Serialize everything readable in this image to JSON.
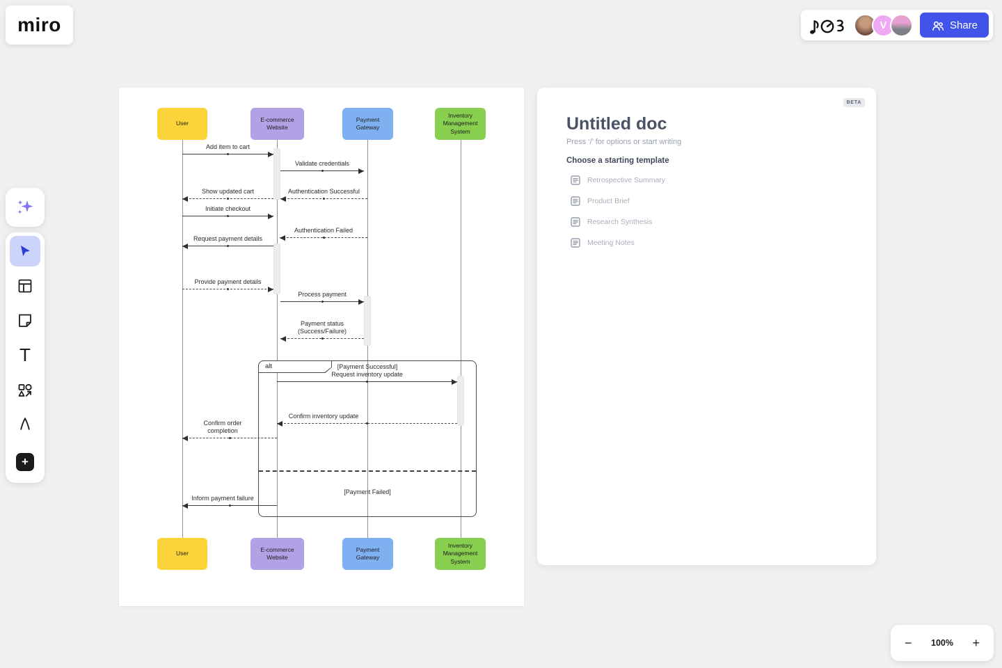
{
  "app": {
    "logo": "miro",
    "beta_label": "BETA",
    "share": {
      "label": "Share"
    },
    "zoom": {
      "out": "−",
      "level": "100%",
      "in": "+"
    },
    "colors": {
      "accent_blue": "#4153E8",
      "canvas_bg": "#EFF0F2",
      "active_tool_bg": "#CDD4FA"
    }
  },
  "collaborators": [
    {
      "name": "collaborator-1",
      "type": "photo"
    },
    {
      "name": "collaborator-2",
      "type": "initial",
      "initial": "V",
      "color": "#EFA9F2"
    },
    {
      "name": "collaborator-3",
      "type": "photo"
    }
  ],
  "sidebar": {
    "tools": [
      {
        "name": "ai-assistant"
      },
      {
        "name": "select",
        "active": true
      },
      {
        "name": "templates"
      },
      {
        "name": "sticky-note"
      },
      {
        "name": "text",
        "glyph": "T"
      },
      {
        "name": "shapes"
      },
      {
        "name": "pen"
      },
      {
        "name": "add-tools",
        "glyph": "+"
      }
    ]
  },
  "doc_panel": {
    "title": "Untitled doc",
    "placeholder": "Press ‘/’ for options or start writing",
    "templates_heading": "Choose a starting template",
    "templates": [
      {
        "label": "Retrospective Summary"
      },
      {
        "label": "Product Brief"
      },
      {
        "label": "Research Synthesis"
      },
      {
        "label": "Meeting Notes"
      }
    ]
  },
  "diagram": {
    "actors": [
      {
        "name": "User",
        "color": "#FBD43B"
      },
      {
        "name": "E-commerce\nWebsite",
        "color": "#B2A1E5"
      },
      {
        "name": "Payment\nGateway",
        "color": "#7FB1F2"
      },
      {
        "name": "Inventory\nManagement\nSystem",
        "color": "#88CF50"
      }
    ],
    "messages": [
      {
        "label": "Add item to cart",
        "from": "User",
        "to": "E-commerce Website",
        "style": "solid"
      },
      {
        "label": "Validate credentials",
        "from": "E-commerce Website",
        "to": "Payment Gateway",
        "style": "solid"
      },
      {
        "label": "Show updated cart",
        "from": "E-commerce Website",
        "to": "User",
        "style": "dashed"
      },
      {
        "label": "Authentication Successful",
        "from": "Payment Gateway",
        "to": "E-commerce Website",
        "style": "dashed"
      },
      {
        "label": "Initiate checkout",
        "from": "User",
        "to": "E-commerce Website",
        "style": "solid"
      },
      {
        "label": "Authentication Failed",
        "from": "Payment Gateway",
        "to": "E-commerce Website",
        "style": "dashed"
      },
      {
        "label": "Request payment details",
        "from": "E-commerce Website",
        "to": "User",
        "style": "solid"
      },
      {
        "label": "Provide payment details",
        "from": "User",
        "to": "E-commerce Website",
        "style": "dashed"
      },
      {
        "label": "Process payment",
        "from": "E-commerce Website",
        "to": "Payment Gateway",
        "style": "solid"
      },
      {
        "label": "Payment status\n(Success/Failure)",
        "from": "Payment Gateway",
        "to": "E-commerce Website",
        "style": "dashed"
      },
      {
        "label": "Request inventory update",
        "from": "E-commerce Website",
        "to": "Inventory Management System",
        "style": "solid"
      },
      {
        "label": "Confirm inventory update",
        "from": "Inventory Management System",
        "to": "E-commerce Website",
        "style": "dashed"
      },
      {
        "label": "Confirm order\ncompletion",
        "from": "E-commerce Website",
        "to": "User",
        "style": "dashed"
      },
      {
        "label": "Inform payment failure",
        "from": "E-commerce Website",
        "to": "User",
        "style": "solid"
      }
    ],
    "fragment": {
      "operator": "alt",
      "guard_success": "[Payment Successful]",
      "guard_failed": "[Payment Failed]"
    }
  }
}
